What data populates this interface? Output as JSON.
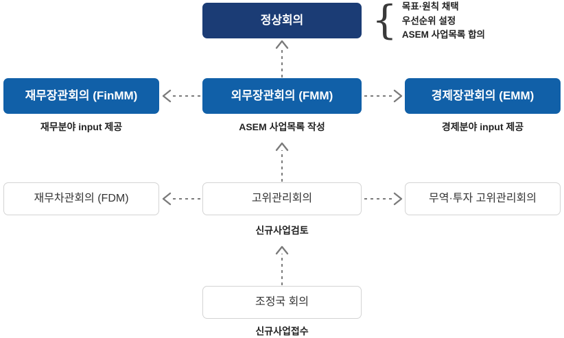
{
  "diagram": {
    "title_box": {
      "label": "정상회의"
    },
    "summit_note": {
      "lines": [
        "목표·원칙 채택",
        "우선순위 설정",
        "ASEM 사업목록 합의"
      ]
    },
    "ministerial_row": {
      "left": {
        "label": "재무장관회의 (FinMM)",
        "caption": "재무분야 input 제공"
      },
      "center": {
        "label": "외무장관회의 (FMM)",
        "caption": "ASEM 사업목록 작성"
      },
      "right": {
        "label": "경제장관회의 (EMM)",
        "caption": "경제분야 input 제공"
      }
    },
    "senior_row": {
      "left": {
        "label": "재무차관회의 (FDM)"
      },
      "center": {
        "label": "고위관리회의",
        "caption": "신규사업검토"
      },
      "right": {
        "label": "무역·투자 고위관리회의"
      }
    },
    "bottom_row": {
      "center": {
        "label": "조정국 회의",
        "caption": "신규사업접수"
      }
    },
    "colors": {
      "navy": "#1b3c75",
      "blue": "#1160a8",
      "box_border": "#d3d3d3",
      "arrow": "#7a7a7a",
      "text_dark": "#333333",
      "text_light": "#ffffff"
    }
  }
}
